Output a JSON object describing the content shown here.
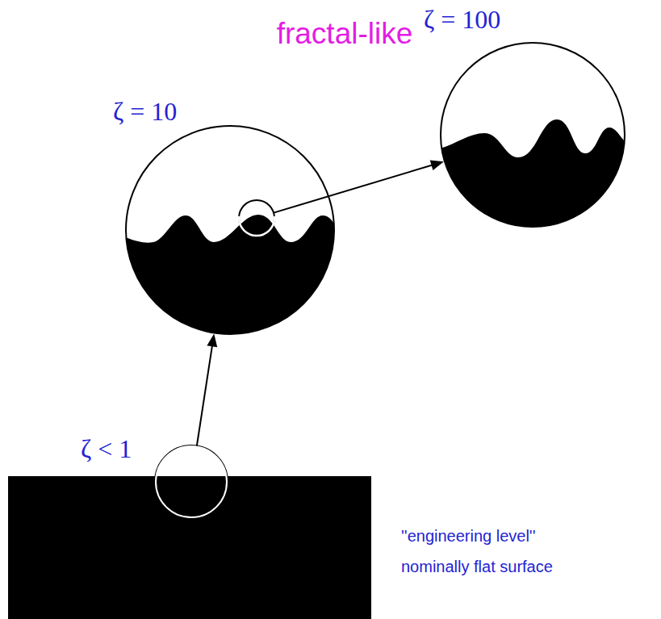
{
  "diagram": {
    "title": "fractal-like",
    "nodes": [
      {
        "text": [
          "ζ < 1"
        ]
      },
      {
        "text": [
          "ζ = 10"
        ]
      },
      {
        "text": [
          "ζ = 100"
        ]
      }
    ],
    "edges": [
      {
        "from": 0,
        "to": 1,
        "arrow": "to"
      },
      {
        "from": 1,
        "to": 2,
        "arrow": "to"
      }
    ],
    "labels": [
      "''engineering level'' nominally flat surface"
    ]
  }
}
